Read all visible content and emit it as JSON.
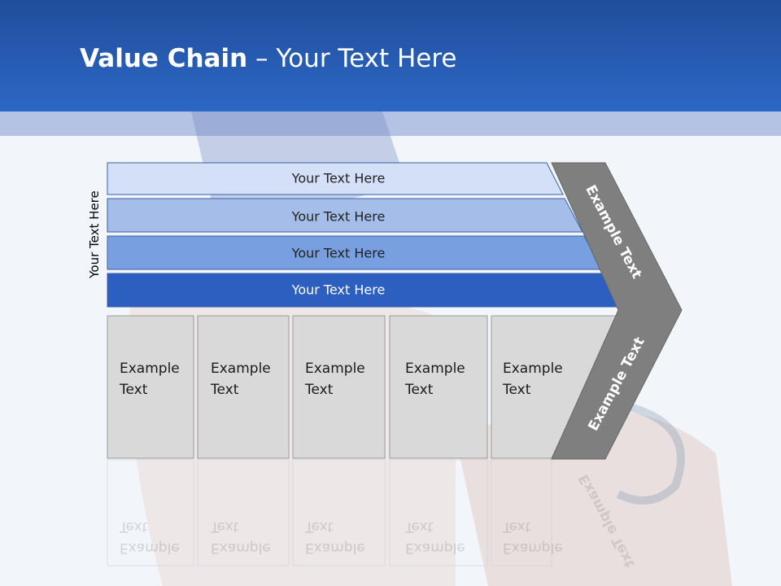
{
  "title": {
    "bold": "Value Chain",
    "rest": " – Your Text Here"
  },
  "side_label": "Your Text Here",
  "bars": [
    {
      "label": "Your Text Here",
      "fill": "#d3e0f8",
      "text_color": "#222222"
    },
    {
      "label": "Your Text Here",
      "fill": "#a4bde9",
      "text_color": "#222222"
    },
    {
      "label": "Your Text Here",
      "fill": "#789fdf",
      "text_color": "#222222"
    },
    {
      "label": "Your Text Here",
      "fill": "#2d5fc0",
      "text_color": "#ffffff"
    }
  ],
  "boxes": [
    {
      "line1": "Example",
      "line2": "Text"
    },
    {
      "line1": "Example",
      "line2": "Text"
    },
    {
      "line1": "Example",
      "line2": "Text"
    },
    {
      "line1": "Example",
      "line2": "Text"
    },
    {
      "line1": "Example",
      "line2": "Text"
    }
  ],
  "chevron": {
    "upper": "Example Text",
    "lower": "Example Text",
    "fill": "#7f7f7f"
  },
  "colors": {
    "header": "#2a5fbf",
    "band": "#b4c2e4",
    "box_fill": "#d9d9d9",
    "box_stroke": "#9a9a9a"
  }
}
